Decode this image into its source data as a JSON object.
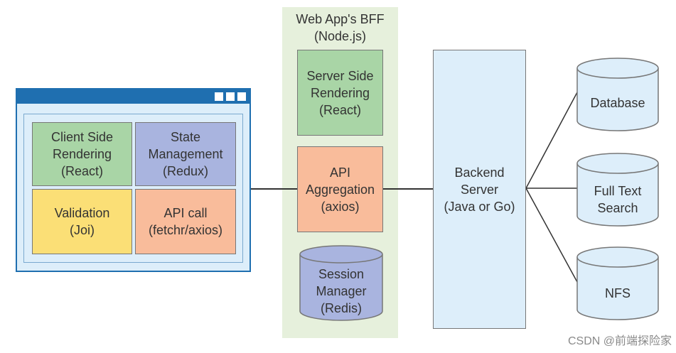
{
  "browser": {
    "modules": {
      "csr": "Client Side\nRendering\n(React)",
      "state": "State\nManagement\n(Redux)",
      "validation": "Validation\n(Joi)",
      "api_call": "API call\n(fetchr/axios)"
    }
  },
  "bff": {
    "title": "Web App's BFF\n(Node.js)",
    "ssr": "Server Side\nRendering\n(React)",
    "aggregation": "API\nAggregation\n(axios)",
    "session": "Session\nManager\n(Redis)"
  },
  "backend": {
    "label": "Backend\nServer\n(Java or Go)"
  },
  "stores": {
    "database": "Database",
    "fulltext": "Full Text\nSearch",
    "nfs": "NFS"
  },
  "watermark": "CSDN @前端探险家",
  "colors": {
    "window_border": "#1f6fb0",
    "window_fill": "#ddeefa",
    "green": "#a9d5a6",
    "blue": "#a9b4df",
    "yellow": "#fbdf76",
    "salmon": "#f9bc9b",
    "bff_bg": "#e6f0dc",
    "light_blue": "#ddeefa"
  }
}
